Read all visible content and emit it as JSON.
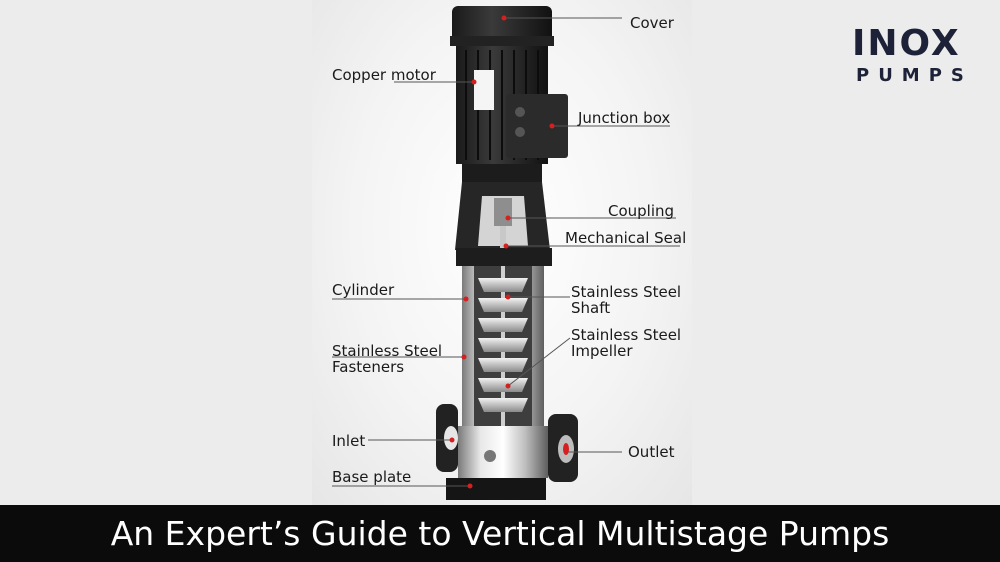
{
  "brand": {
    "logo_top": "INOX",
    "logo_bottom": "PUMPS",
    "color": "#1d2238"
  },
  "labels": {
    "cover": "Cover",
    "copper_motor": "Copper motor",
    "junction_box": "Junction box",
    "coupling": "Coupling",
    "mechanical_seal": "Mechanical Seal",
    "cylinder": "Cylinder",
    "ss_shaft": "Stainless Steel\nShaft",
    "ss_impeller": "Stainless Steel\nImpeller",
    "ss_fasteners": "Stainless Steel\nFasteners",
    "inlet": "Inlet",
    "outlet": "Outlet",
    "base_plate": "Base plate"
  },
  "title": "An Expert’s Guide to Vertical Multistage Pumps",
  "colors": {
    "title_bar": "#0b0b0b",
    "title_text": "#ffffff",
    "marker": "#d62020"
  }
}
